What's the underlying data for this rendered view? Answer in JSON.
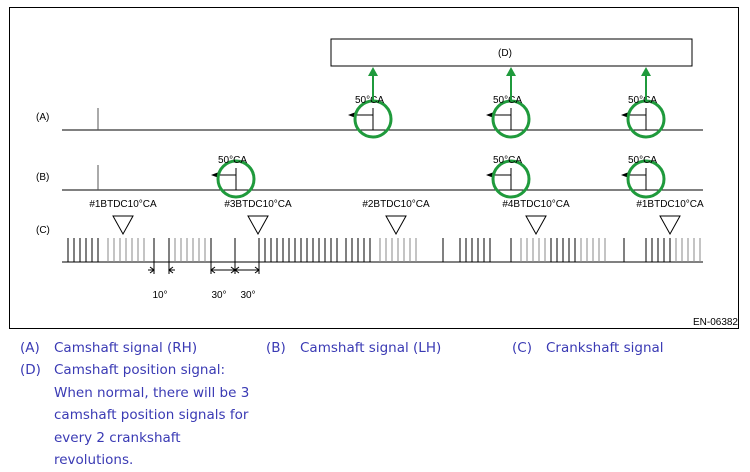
{
  "diagram": {
    "ecm_box_label": "(D)",
    "row_labels": {
      "a": "(A)",
      "b": "(B)",
      "c": "(C)"
    },
    "angle_label": "50°CA",
    "tdc_labels": [
      "#1BTDC10°CA",
      "#3BTDC10°CA",
      "#2BTDC10°CA",
      "#4BTDC10°CA",
      "#1BTDC10°CA"
    ],
    "dimension_labels": [
      "10°",
      "30°",
      "30°"
    ],
    "figure_code": "EN-06382",
    "colors": {
      "ring": "#1f9a3c",
      "arrow": "#1f9a3c",
      "line": "#000000",
      "tooth_light": "#8a8a8a"
    }
  },
  "legend": {
    "a_key": "(A)",
    "a_text": "Camshaft signal (RH)",
    "b_key": "(B)",
    "b_text": "Camshaft signal (LH)",
    "c_key": "(C)",
    "c_text": "Crankshaft signal",
    "d_key": "(D)",
    "d_text": "Camshaft position signal:\nWhen normal, there will be 3\ncamshaft position signals for\nevery 2 crankshaft\nrevolutions.",
    "color": "#3a3ab4"
  }
}
